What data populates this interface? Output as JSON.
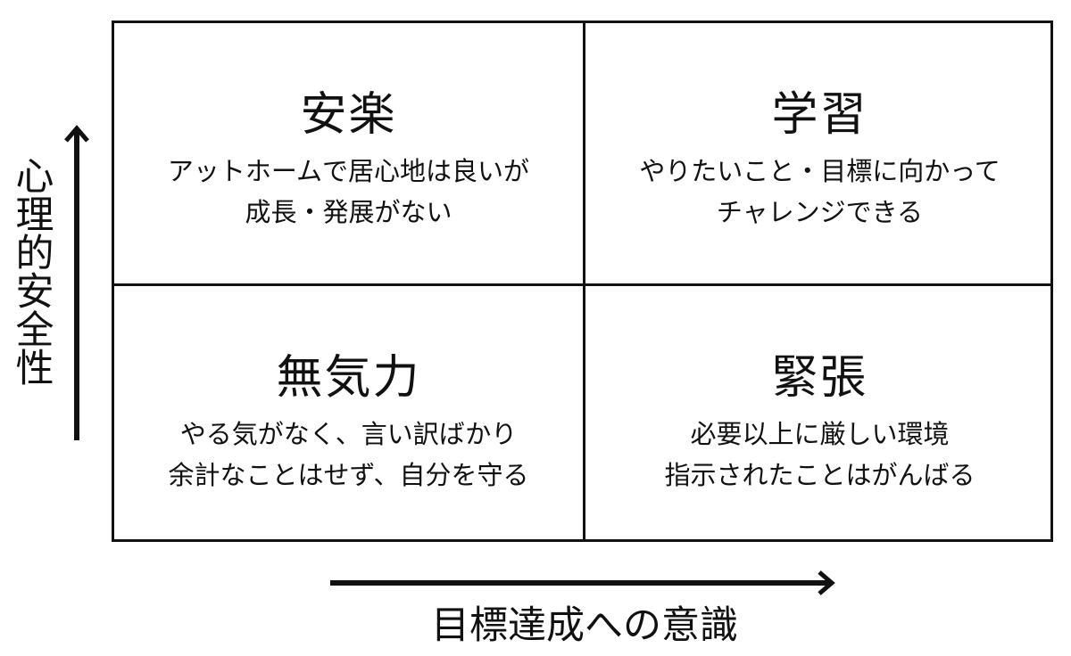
{
  "quadrants": {
    "top_left": {
      "title": "安楽",
      "line1": "アットホームで居心地は良いが",
      "line2": "成長・発展がない"
    },
    "top_right": {
      "title": "学習",
      "line1": "やりたいこと・目標に向かって",
      "line2": "チャレンジできる"
    },
    "bottom_left": {
      "title": "無気力",
      "line1": "やる気がなく、言い訳ばかり",
      "line2": "余計なことはせず、自分を守る"
    },
    "bottom_right": {
      "title": "緊張",
      "line1": "必要以上に厳しい環境",
      "line2": "指示されたことはがんばる"
    }
  },
  "axes": {
    "y_label": "心理的安全性",
    "x_label": "目標達成への意識"
  }
}
